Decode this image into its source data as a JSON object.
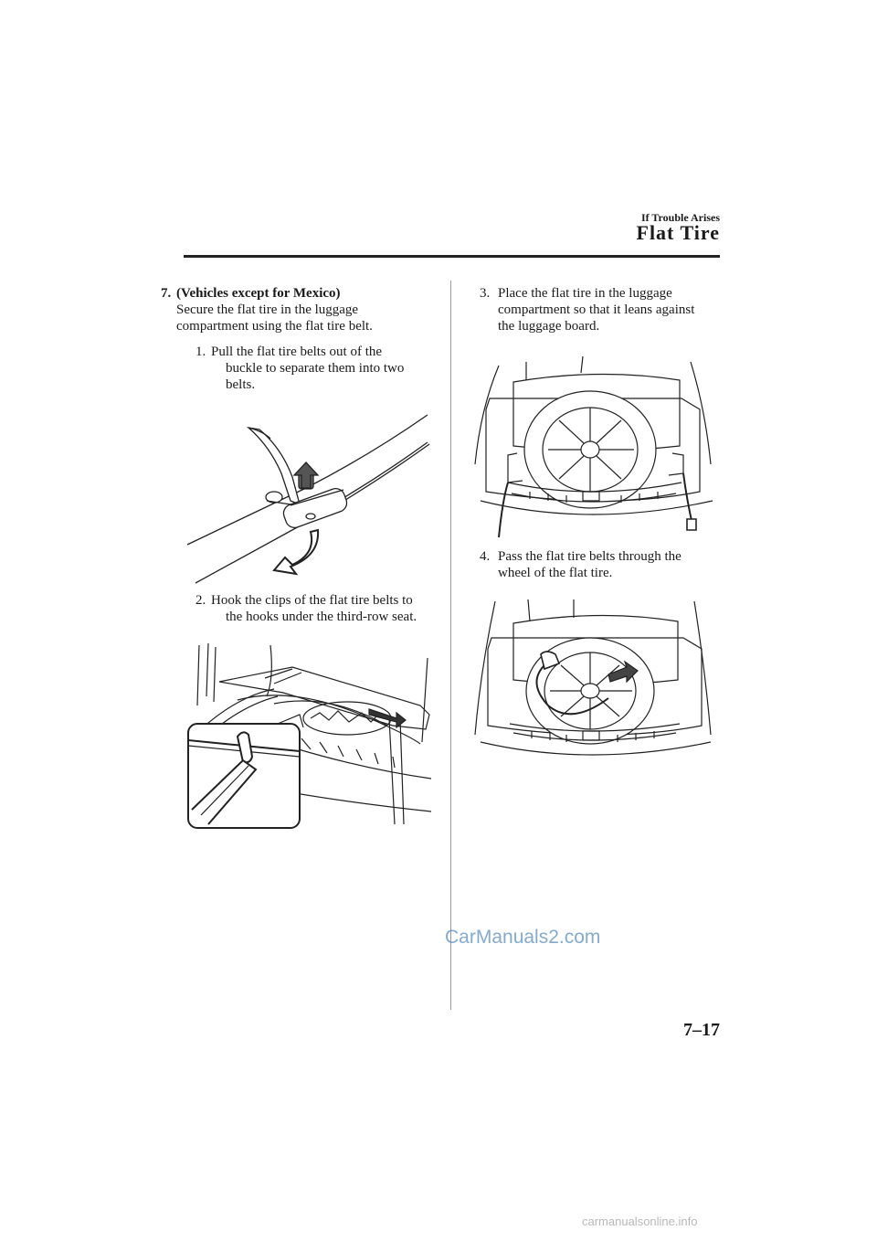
{
  "header": {
    "section": "If Trouble Arises",
    "title": "Flat Tire"
  },
  "step7": {
    "number": "7.",
    "heading": "(Vehicles except for Mexico)",
    "line1": "Secure the flat tire in the luggage",
    "line2": "compartment using the flat tire belt."
  },
  "substeps": [
    {
      "number": "1.",
      "lines": [
        "Pull the flat tire belts out of the",
        "buckle to separate them into two",
        "belts."
      ]
    },
    {
      "number": "2.",
      "lines": [
        "Hook the clips of the flat tire belts to",
        "the hooks under the third-row seat."
      ]
    },
    {
      "number": "3.",
      "lines": [
        "Place the flat tire in the luggage",
        "compartment so that it leans against",
        "the luggage board."
      ]
    },
    {
      "number": "4.",
      "lines": [
        "Pass the flat tire belts through the",
        "wheel of the flat tire."
      ]
    }
  ],
  "watermark": "CarManuals2.com",
  "page_number": "7–17",
  "footer_url": "carmanualsonline.info"
}
